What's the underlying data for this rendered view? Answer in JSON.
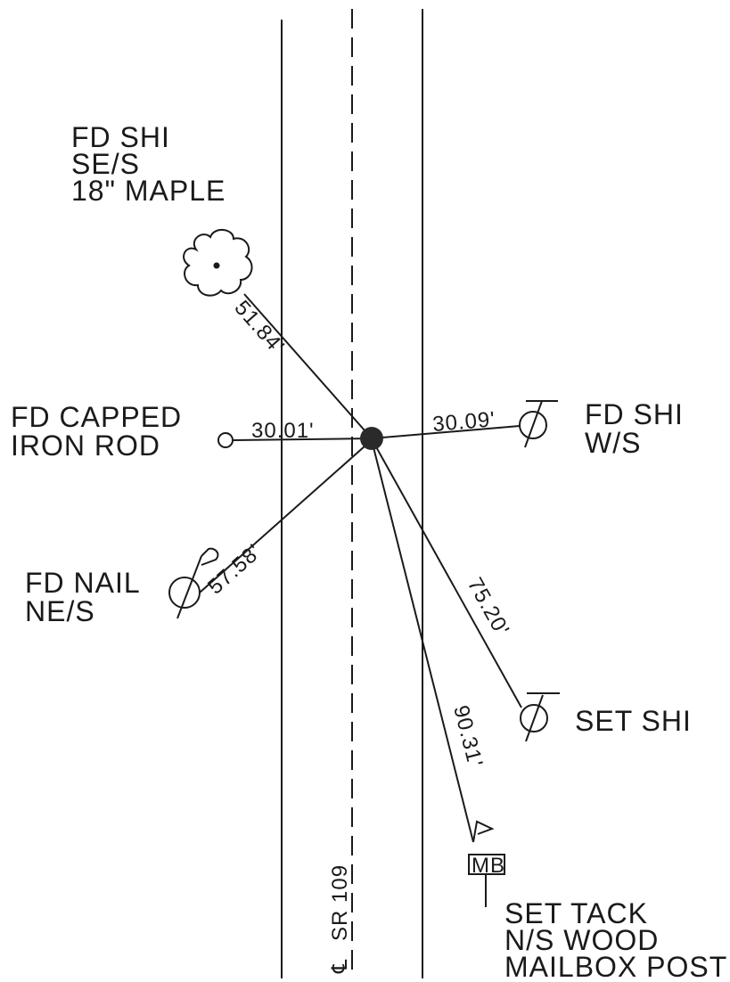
{
  "centerline": {
    "label": "SR 109",
    "symbol": "℄"
  },
  "control_point": {},
  "ties": [
    {
      "id": "maple",
      "lines": [
        "FD SHI",
        "SE/S",
        "18\" MAPLE"
      ],
      "distance": "51.84'",
      "symbol": "tree-icon"
    },
    {
      "id": "rod",
      "lines": [
        "FD CAPPED",
        "IRON ROD"
      ],
      "distance": "30.01'",
      "symbol": "iron-rod-icon"
    },
    {
      "id": "shi-w",
      "lines": [
        "FD SHI",
        "W/S"
      ],
      "distance": "30.09'",
      "symbol": "shi-icon"
    },
    {
      "id": "nail",
      "lines": [
        "FD NAIL",
        "NE/S"
      ],
      "distance": "57.58'",
      "symbol": "nail-icon"
    },
    {
      "id": "set-shi",
      "lines": [
        "SET SHI"
      ],
      "distance": "75.20'",
      "symbol": "shi-icon"
    },
    {
      "id": "tack",
      "lines": [
        "SET TACK",
        "N/S WOOD",
        "MAILBOX POST"
      ],
      "distance": "90.31'",
      "symbol": "mailbox-icon",
      "badge": "MB"
    }
  ]
}
